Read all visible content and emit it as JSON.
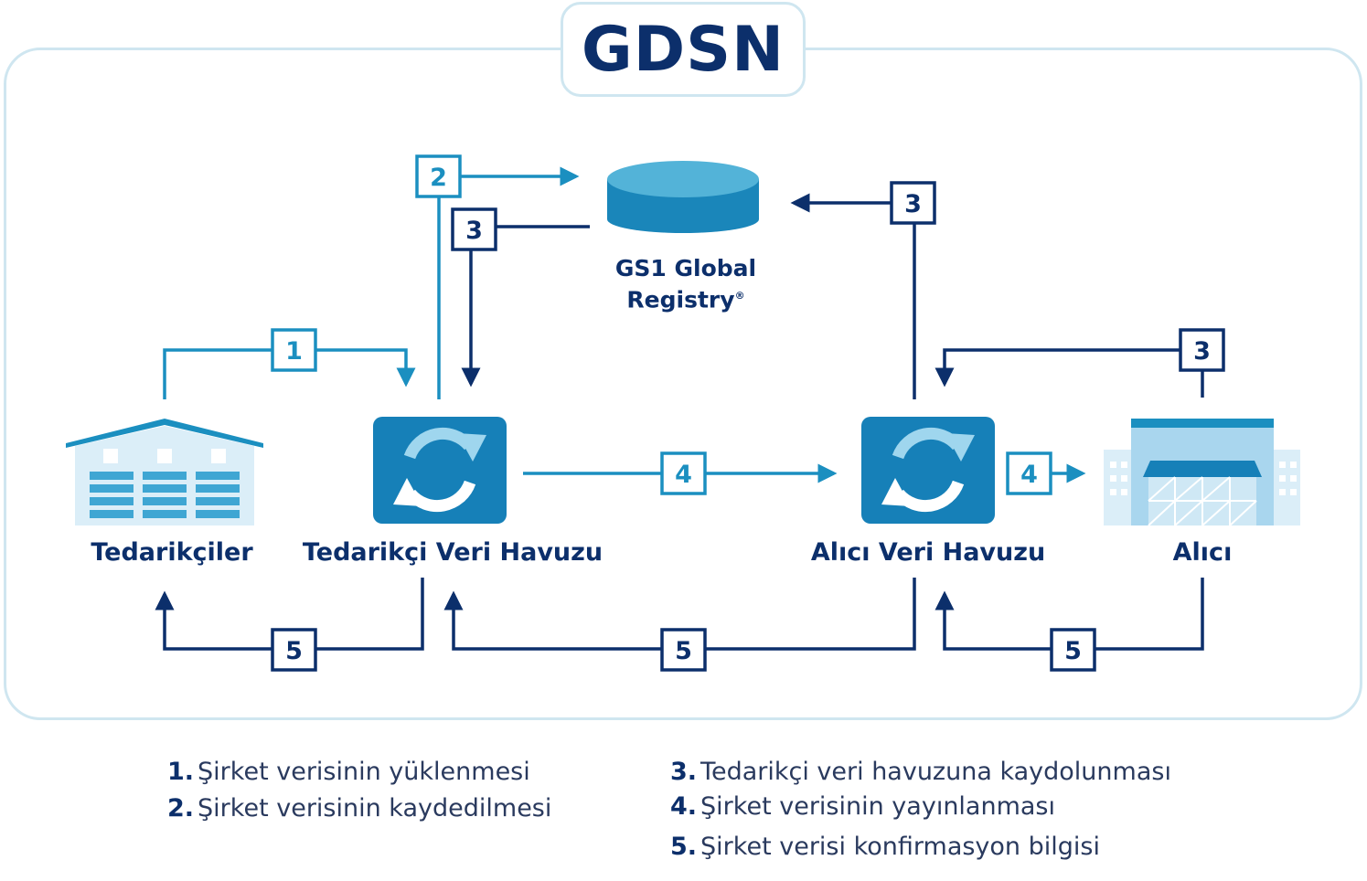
{
  "title": "GDSN",
  "registry": {
    "line1": "GS1 Global",
    "line2": "Registry",
    "mark": "®"
  },
  "nodes": {
    "suppliers": "Tedarikçiler",
    "supplier_pool": "Tedarikçi Veri Havuzu",
    "buyer_pool": "Alıcı Veri Havuzu",
    "buyer": "Alıcı"
  },
  "steps": {
    "s1": "1",
    "s2": "2",
    "s3a": "3",
    "s3b": "3",
    "s3c": "3",
    "s4a": "4",
    "s4b": "4",
    "s5a": "5",
    "s5b": "5",
    "s5c": "5"
  },
  "legend": [
    {
      "num": "1.",
      "text": "Şirket verisinin yüklenmesi"
    },
    {
      "num": "2.",
      "text": "Şirket verisinin kaydedilmesi"
    },
    {
      "num": "3.",
      "text": "Tedarikçi veri havuzuna kaydolunması"
    },
    {
      "num": "4.",
      "text": "Şirket verisinin yayınlanması"
    },
    {
      "num": "5.",
      "text": "Şirket verisi konfirmasyon bilgisi"
    }
  ],
  "colors": {
    "navy": "#0c2f6b",
    "light_blue": "#1b8fc0",
    "border": "#cfe6f0",
    "icon_tile": "#1680b8"
  }
}
